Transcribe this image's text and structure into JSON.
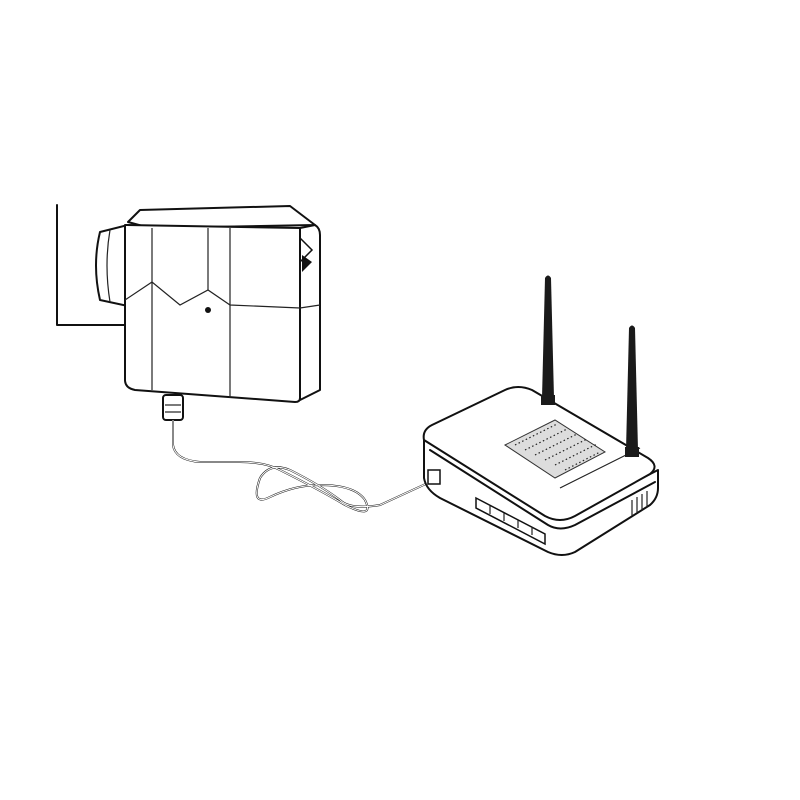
{
  "illustration": {
    "subject": "power-adapter-connected-to-wireless-router",
    "colors": {
      "line": "#111111",
      "background": "#ffffff",
      "antenna": "#1a1a1a"
    },
    "parts": [
      "wall",
      "power-adapter",
      "power-cable",
      "router",
      "antennas"
    ]
  }
}
